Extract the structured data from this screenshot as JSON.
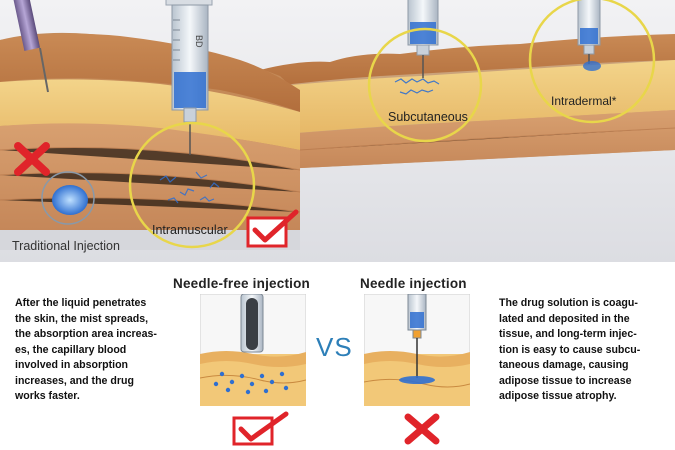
{
  "top_panel": {
    "labels": {
      "traditional": "Traditional Injection",
      "intramuscular": "Intramuscular",
      "subcutaneous": "Subcutaneous",
      "intradermal": "Intradermal*"
    },
    "syringe_text": "BD"
  },
  "comparison": {
    "needle_free_title": "Needle-free injection",
    "needle_title": "Needle injection",
    "vs_label": "VS",
    "left_text": [
      "After the liquid penetrates",
      "the skin, the mist spreads,",
      "the absorption area increas-",
      "es, the capillary blood",
      "involved in absorption",
      "increases, and the drug",
      "works faster."
    ],
    "right_text": [
      "The drug solution is coagu-",
      "lated and deposited in the",
      "tissue, and long-term injec-",
      "tion is easy to cause subcu-",
      "taneous damage, causing",
      "adipose tissue to increase",
      "adipose tissue atrophy."
    ]
  },
  "colors": {
    "check_red": "#e0242a",
    "cross_red": "#e0242a",
    "vs_blue": "#2d7fb8",
    "circle_yellow": "#e8d64a",
    "drug_blue": "#2f6fd0"
  }
}
